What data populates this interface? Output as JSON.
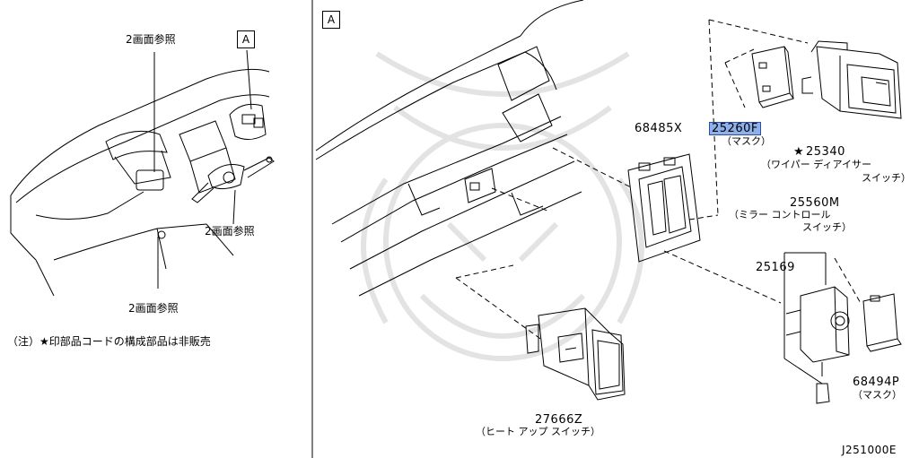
{
  "left_panel": {
    "section_label": "A",
    "ref_top": "2画面参照",
    "ref_mid": "2画面参照",
    "ref_bottom": "2画面参照",
    "note": "（注）★印部品コードの構成部品は非販売"
  },
  "right_panel": {
    "section_label": "A",
    "parts": [
      {
        "id": "25260F",
        "prefix": "",
        "name": "（マスク）",
        "highlighted": true
      },
      {
        "id": "68485X",
        "prefix": "",
        "name": "",
        "highlighted": false
      },
      {
        "id": "25340",
        "prefix": "★",
        "name": "（ワイパー ディアイサー",
        "name2": "スイッチ）",
        "highlighted": false
      },
      {
        "id": "25560M",
        "prefix": "",
        "name": "（ミラー コントロール",
        "name2": "スイッチ）",
        "highlighted": false
      },
      {
        "id": "25169",
        "prefix": "",
        "name": "",
        "highlighted": false
      },
      {
        "id": "68494P",
        "prefix": "",
        "name": "（マスク）",
        "highlighted": false
      },
      {
        "id": "27666Z",
        "prefix": "",
        "name": "（ヒート アップ スイッチ）",
        "highlighted": false
      }
    ]
  },
  "diagram_code": "J251000E",
  "colors": {
    "highlight_fill": "#8fb0e8",
    "highlight_border": "#2a4fa8",
    "line": "#000000",
    "watermark": "#e3e3e3"
  }
}
